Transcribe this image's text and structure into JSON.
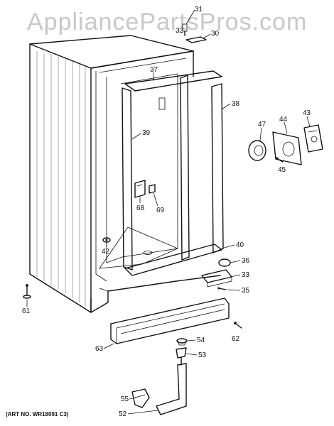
{
  "watermark": "AppliancePartsPros.com",
  "art_number": "(ART NO. WR18091 C3)",
  "callouts": {
    "p31": "31",
    "p32": "32",
    "p30": "30",
    "p37": "37",
    "p38": "38",
    "p39": "39",
    "p47": "47",
    "p44": "44",
    "p43": "43",
    "p45": "45",
    "p68": "68",
    "p69": "69",
    "p40": "40",
    "p42": "42",
    "p36": "36",
    "p33": "33",
    "p35": "35",
    "p61": "61",
    "p63": "63",
    "p54": "54",
    "p62": "62",
    "p53": "53",
    "p55": "55",
    "p52": "52"
  }
}
